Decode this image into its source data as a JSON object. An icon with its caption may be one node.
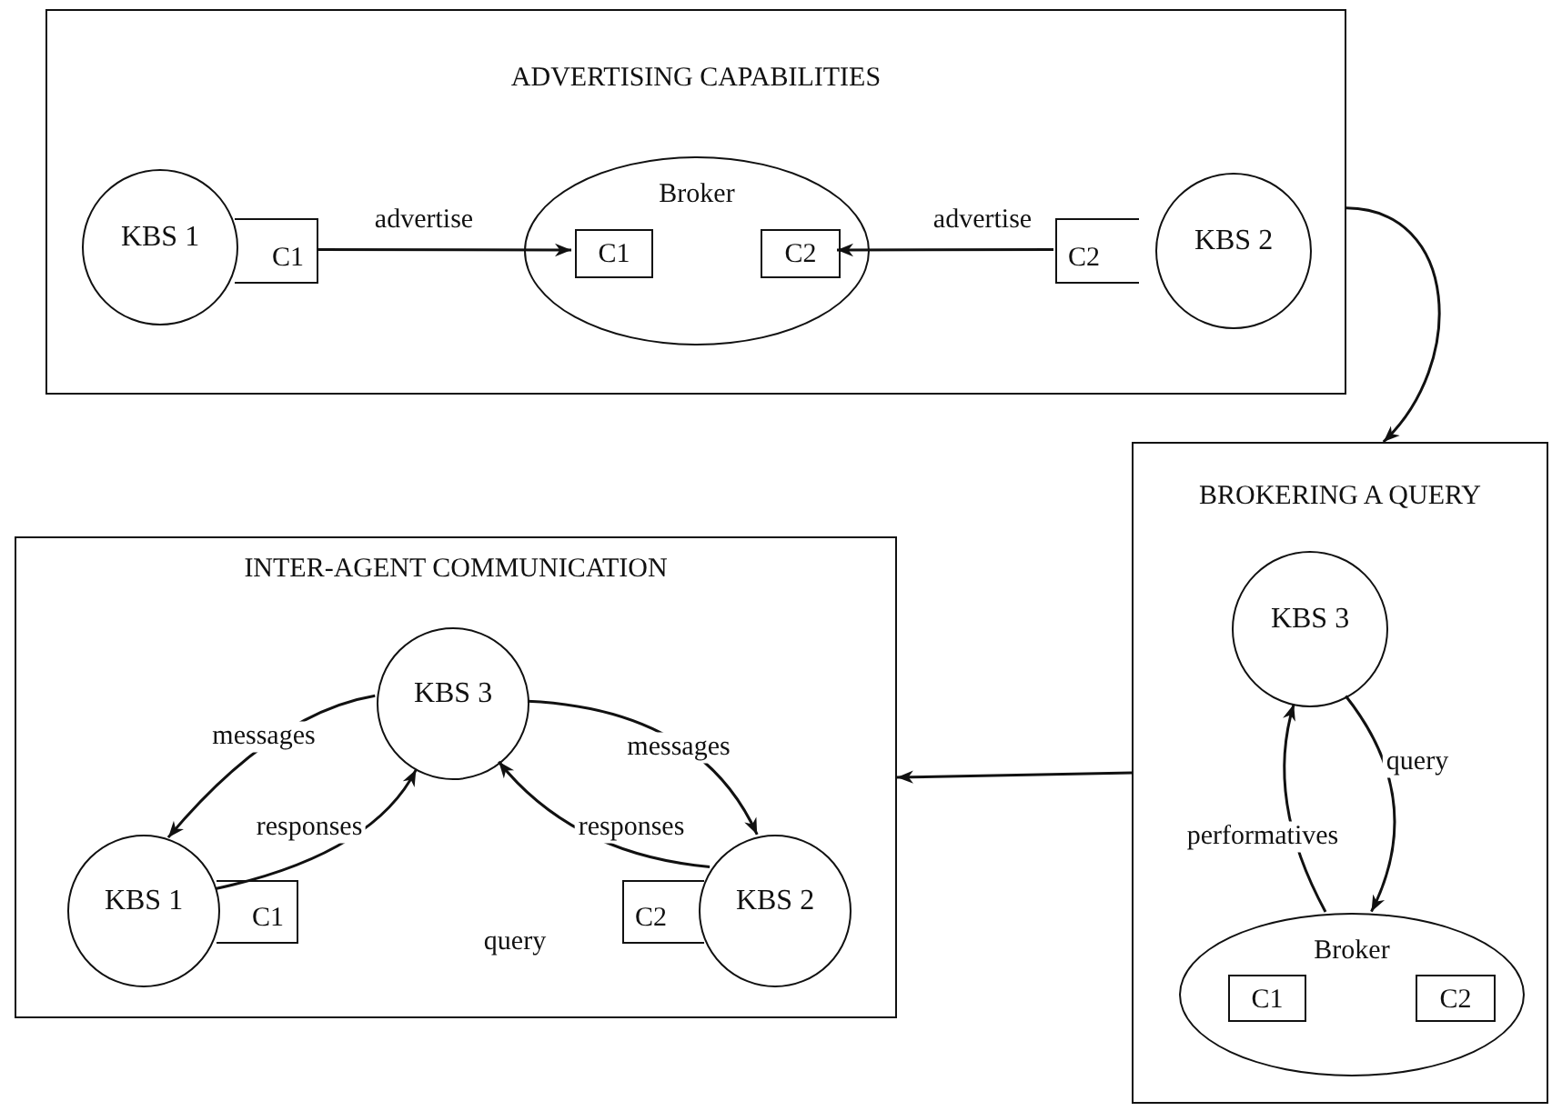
{
  "diagram": {
    "nodes": [
      {
        "text": [
          "ADVERTISING CAPABILITIES"
        ]
      },
      {
        "text": [
          "KBS 1"
        ],
        "in": 0
      },
      {
        "text": [
          "C1"
        ],
        "in": 0
      },
      {
        "text": [
          "Broker"
        ],
        "in": 0
      },
      {
        "text": [
          "C1"
        ],
        "in": 3
      },
      {
        "text": [
          "C2"
        ],
        "in": 3
      },
      {
        "text": [
          "C2"
        ],
        "in": 0
      },
      {
        "text": [
          "KBS 2"
        ],
        "in": 0
      },
      {
        "text": [
          "BROKERING A QUERY"
        ]
      },
      {
        "text": [
          "KBS 3"
        ],
        "in": 8
      },
      {
        "text": [
          "Broker"
        ],
        "in": 8
      },
      {
        "text": [
          "C1"
        ],
        "in": 10
      },
      {
        "text": [
          "C2"
        ],
        "in": 10
      },
      {
        "text": [
          "INTER-AGENT COMMUNICATION"
        ]
      },
      {
        "text": [
          "KBS 3"
        ],
        "in": 13
      },
      {
        "text": [
          "KBS 1"
        ],
        "in": 13
      },
      {
        "text": [
          "C1"
        ],
        "in": 13
      },
      {
        "text": [
          "KBS 2"
        ],
        "in": 13
      },
      {
        "text": [
          "C2"
        ],
        "in": 13
      }
    ],
    "edges": [
      {
        "from": 2,
        "to": 4,
        "arrow": "to",
        "label": "advertise"
      },
      {
        "from": 6,
        "to": 5,
        "arrow": "to",
        "label": "advertise"
      },
      {
        "from": 0,
        "to": 8,
        "arrow": "to"
      },
      {
        "from": 8,
        "to": 13,
        "arrow": "to"
      },
      {
        "from": 14,
        "to": 15,
        "arrow": "to",
        "label": "messages"
      },
      {
        "from": 15,
        "to": 14,
        "arrow": "to",
        "label": "responses"
      },
      {
        "from": 14,
        "to": 17,
        "arrow": "to",
        "label": "messages"
      },
      {
        "from": 17,
        "to": 14,
        "arrow": "to",
        "label": "responses"
      },
      {
        "from": 9,
        "to": 10,
        "arrow": "to",
        "label": "query"
      },
      {
        "from": 10,
        "to": 9,
        "arrow": "to",
        "label": "performatives"
      }
    ],
    "labels": [
      "query"
    ]
  }
}
